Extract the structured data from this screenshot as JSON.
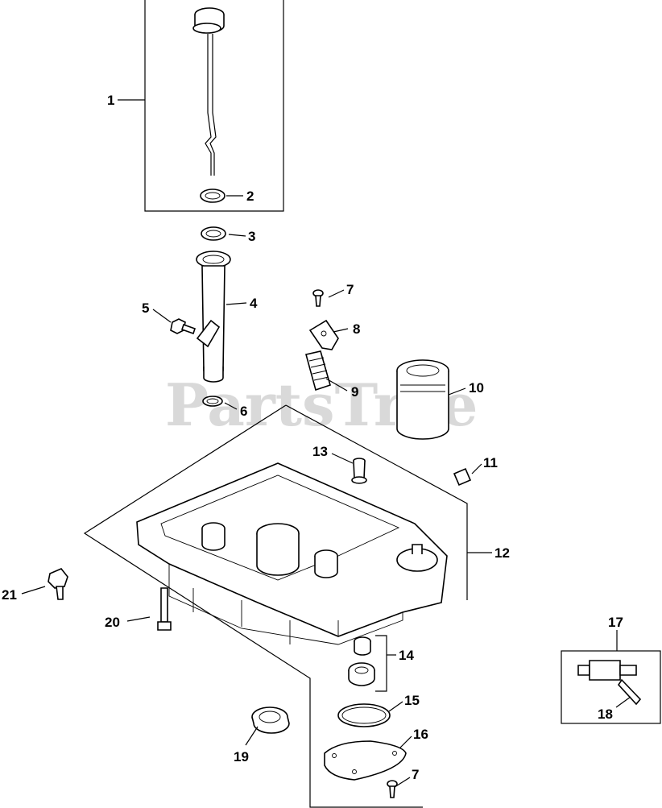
{
  "watermark": "PartsTree",
  "callouts": [
    {
      "id": "1",
      "text": "1"
    },
    {
      "id": "2",
      "text": "2"
    },
    {
      "id": "3",
      "text": "3"
    },
    {
      "id": "4",
      "text": "4"
    },
    {
      "id": "5",
      "text": "5"
    },
    {
      "id": "6",
      "text": "6"
    },
    {
      "id": "7",
      "text": "7"
    },
    {
      "id": "8",
      "text": "8"
    },
    {
      "id": "9",
      "text": "9"
    },
    {
      "id": "10",
      "text": "10"
    },
    {
      "id": "11",
      "text": "11"
    },
    {
      "id": "12",
      "text": "12"
    },
    {
      "id": "13",
      "text": "13"
    },
    {
      "id": "14",
      "text": "14"
    },
    {
      "id": "15",
      "text": "15"
    },
    {
      "id": "16",
      "text": "16"
    },
    {
      "id": "7b",
      "text": "7"
    },
    {
      "id": "17",
      "text": "17"
    },
    {
      "id": "18",
      "text": "18"
    },
    {
      "id": "19",
      "text": "19"
    },
    {
      "id": "20",
      "text": "20"
    },
    {
      "id": "21",
      "text": "21"
    }
  ]
}
